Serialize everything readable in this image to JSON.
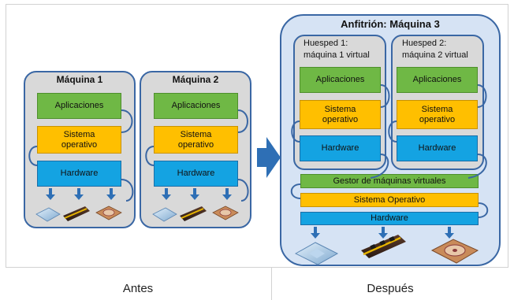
{
  "before": {
    "caption": "Antes",
    "machines": [
      {
        "title": "Máquina 1",
        "apps": "Aplicaciones",
        "os_line1": "Sistema",
        "os_line2": "operativo",
        "hardware": "Hardware"
      },
      {
        "title": "Máquina 2",
        "apps": "Aplicaciones",
        "os_line1": "Sistema",
        "os_line2": "operativo",
        "hardware": "Hardware"
      }
    ]
  },
  "after": {
    "caption": "Después",
    "host_title": "Anfitrión: Máquina 3",
    "guests": [
      {
        "title_line1": "Huesped 1:",
        "title_line2": "máquina 1 virtual",
        "apps": "Aplicaciones",
        "os_line1": "Sistema",
        "os_line2": "operativo",
        "hardware": "Hardware"
      },
      {
        "title_line1": "Huesped 2:",
        "title_line2": "máquina 2 virtual",
        "apps": "Aplicaciones",
        "os_line1": "Sistema",
        "os_line2": "operativo",
        "hardware": "Hardware"
      }
    ],
    "hypervisor": "Gestor de máquinas virtuales",
    "host_os": "Sistema Operativo",
    "host_hardware": "Hardware"
  },
  "colors": {
    "applications": "#6fb845",
    "operating_system": "#ffbf00",
    "hardware": "#14a3e2",
    "border": "#3a67a4",
    "machine_fill": "#d9d9d9",
    "host_fill": "#d6e3f4"
  }
}
